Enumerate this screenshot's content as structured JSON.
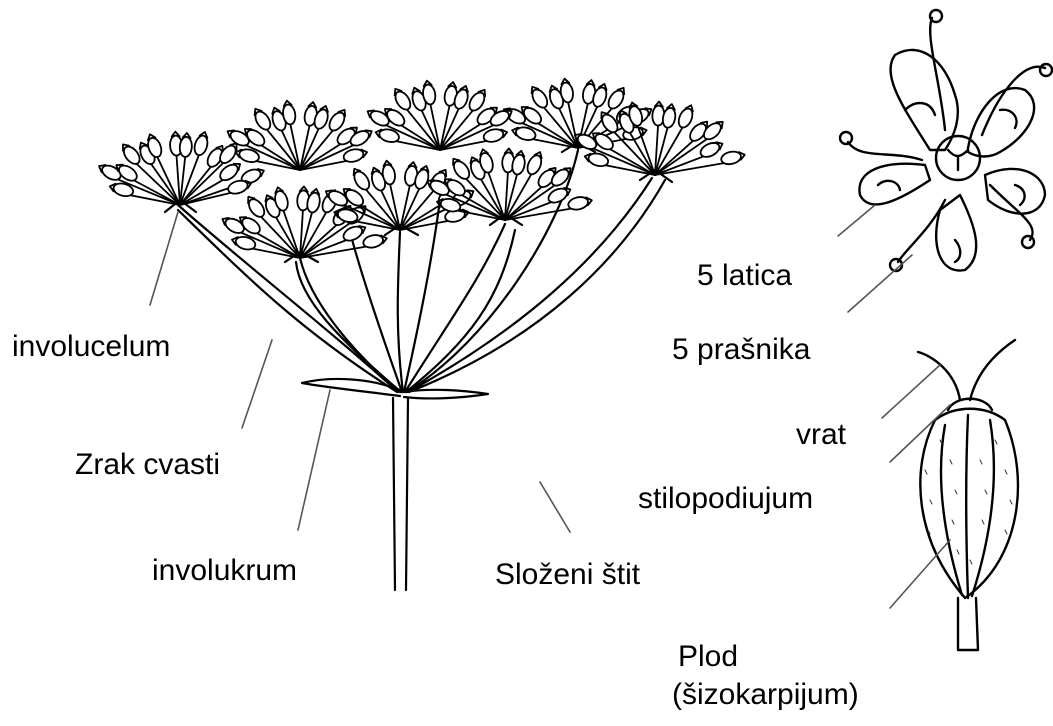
{
  "labels": {
    "involucelum": "involucelum",
    "zrak_cvasti": "Zrak cvasti",
    "involukrum": "involukrum",
    "slozeni_stit": "Složeni štit",
    "latica": "5 latica",
    "prasnika": "5 prašnika",
    "vrat": "vrat",
    "stilopodiujum": "stilopodiujum",
    "plod_line1": "Plod",
    "plod_line2": "(šizokarpijum)"
  }
}
